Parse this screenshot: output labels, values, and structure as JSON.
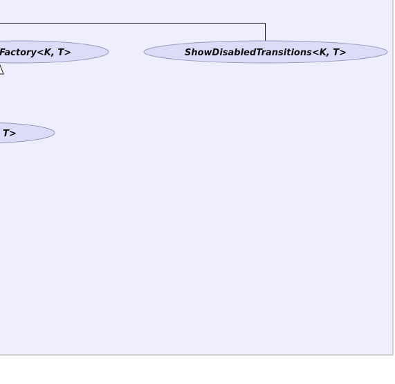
{
  "diagram": {
    "background_color": "#eeeefc",
    "border_color": "#aaaaaa",
    "line_color": "#111111",
    "node_fill": "#dcdcf8",
    "node_stroke": "#9999bb",
    "nodes": {
      "factory": {
        "label": "Factory<K, T>"
      },
      "show_disabled": {
        "label": "ShowDisabledTransitions<K, T>"
      },
      "partial": {
        "label": "T>"
      }
    }
  }
}
